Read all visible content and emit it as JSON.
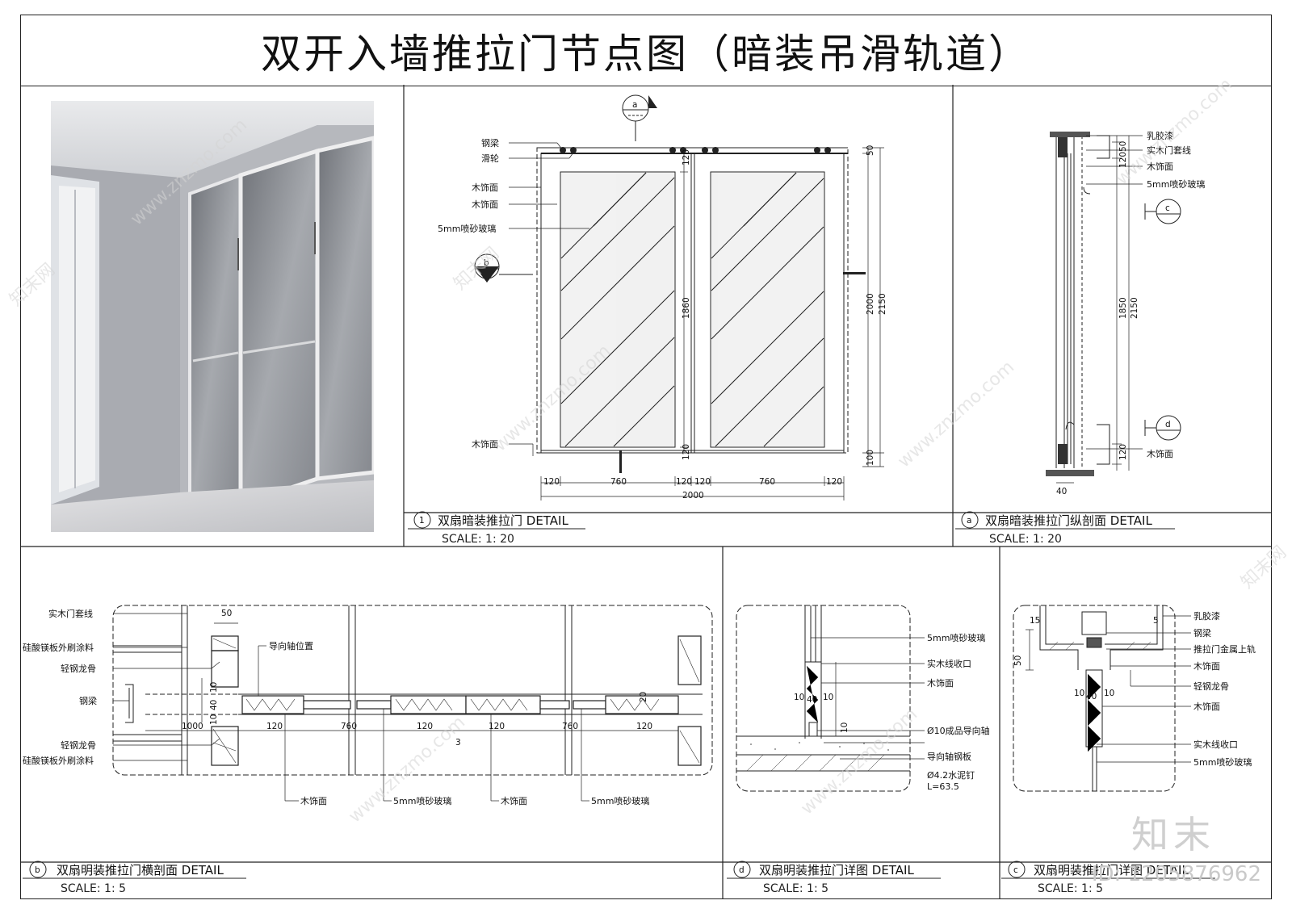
{
  "title": "双开入墙推拉门节点图（暗装吊滑轨道）",
  "panels": {
    "p1": {
      "num": "1",
      "name": "双扇暗装推拉门 DETAIL",
      "scale": "SCALE: 1: 20"
    },
    "pa": {
      "num": "a",
      "name": "双扇暗装推拉门纵剖面 DETAIL",
      "scale": "SCALE: 1: 20"
    },
    "pb": {
      "num": "b",
      "name": "双扇明装推拉门横剖面 DETAIL",
      "scale": "SCALE: 1: 5"
    },
    "pd": {
      "num": "d",
      "name": "双扇明装推拉门详图 DETAIL",
      "scale": "SCALE: 1: 5"
    },
    "pc": {
      "num": "c",
      "name": "双扇明装推拉门详图 DETAIL",
      "scale": "SCALE: 1: 5"
    }
  },
  "elev_labels": [
    "钢梁",
    "滑轮",
    "木饰面",
    "木饰面",
    "5mm喷砂玻璃",
    "木饰面"
  ],
  "elev_dims": {
    "h120a": "120",
    "h1860": "1860",
    "h120b": "120",
    "h50": "50",
    "h2000": "2000",
    "h2150": "2150",
    "h100": "100",
    "w120a": "120",
    "w760a": "760",
    "w120b": "120",
    "w120c": "120",
    "w760b": "760",
    "w120d": "120",
    "w2000": "2000"
  },
  "callouts": {
    "a": "a",
    "b": "b",
    "c": "c",
    "d": "d"
  },
  "sec_a_labels": [
    "乳胶漆",
    "实木门套线",
    "木饰面",
    "5mm喷砂玻璃",
    "木饰面"
  ],
  "sec_a_dims": {
    "d50": "50",
    "d120": "120",
    "d1850": "1850",
    "d2150": "2150",
    "d120b": "120",
    "d40": "40"
  },
  "sec_b_left_labels": [
    "实木门套线",
    "硅酸镁板外刷涂料",
    "轻钢龙骨",
    "钢梁",
    "轻钢龙骨",
    "硅酸镁板外刷涂料"
  ],
  "sec_b_top_labels": {
    "guide": "导向轴位置"
  },
  "sec_b_bottom_labels": [
    "木饰面",
    "5mm喷砂玻璃",
    "木饰面",
    "5mm喷砂玻璃"
  ],
  "sec_b_dims": {
    "t50": "50",
    "v10a": "10",
    "v40": "40",
    "v10b": "10",
    "b1000": "1000",
    "b120a": "120",
    "b760a": "760",
    "b120b": "120",
    "b3": "3",
    "b120c": "120",
    "b760b": "760",
    "b120d": "120",
    "r20": "20"
  },
  "sec_d_labels": [
    "5mm喷砂玻璃",
    "实木线收口",
    "木饰面",
    "Ø10成品导向轴",
    "导向轴钢板",
    "Ø4.2水泥钉",
    "L=63.5"
  ],
  "sec_d_dims": {
    "a10": "10",
    "a40": "40",
    "a10b": "10",
    "v10": "10"
  },
  "sec_c_labels": [
    "乳胶漆",
    "钢梁",
    "推拉门金属上轨",
    "木饰面",
    "轻钢龙骨",
    "木饰面",
    "实木线收口",
    "5mm喷砂玻璃"
  ],
  "sec_c_dims": {
    "c15": "15",
    "c5": "5",
    "c50": "50",
    "c10": "10",
    "c40": "40",
    "c10b": "10"
  },
  "watermark": "www.znzmo.com",
  "watermark2": "知末网",
  "brand": "知末",
  "id_tag": "ID: 1205876962"
}
